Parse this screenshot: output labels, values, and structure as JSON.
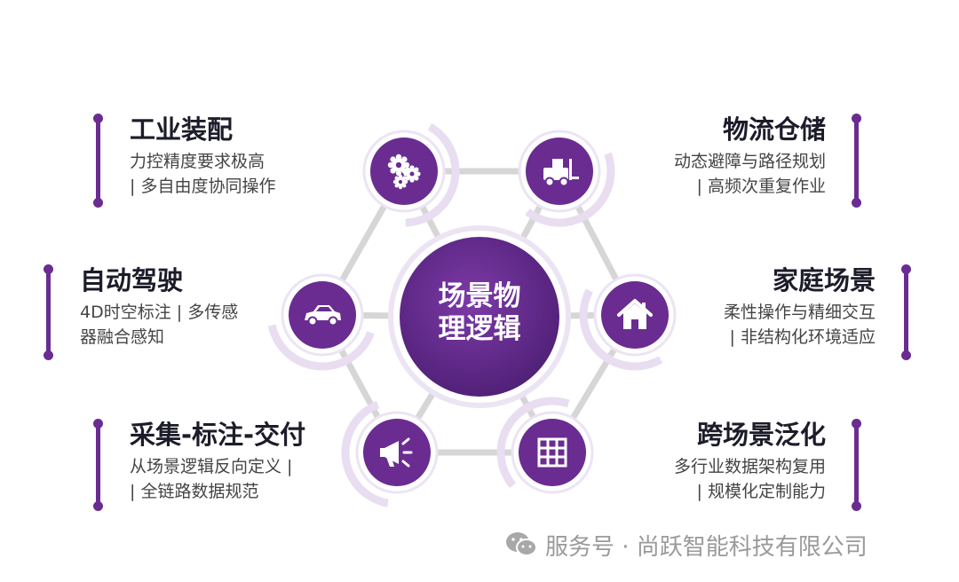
{
  "center": {
    "line1": "场景物",
    "line2": "理逻辑"
  },
  "colors": {
    "purple": "#6a2c91",
    "purple_light": "#e8ddf1",
    "connector": "#d6d6d6"
  },
  "scenes": [
    {
      "id": "industrial-assembly",
      "icon": "gears-icon",
      "title": "工业装配",
      "lines": [
        "力控精度要求极高",
        "| 多自由度协同操作"
      ]
    },
    {
      "id": "logistics-warehouse",
      "icon": "forklift-truck-icon",
      "title": "物流仓储",
      "lines": [
        "动态避障与路径规划",
        "| 高频次重复作业"
      ]
    },
    {
      "id": "autonomous-driving",
      "icon": "car-icon",
      "title": "自动驾驶",
      "lines": [
        "4D时空标注 | 多传感",
        "器融合感知"
      ]
    },
    {
      "id": "home-scene",
      "icon": "house-icon",
      "title": "家庭场景",
      "lines": [
        "柔性操作与精细交互",
        "| 非结构化环境适应"
      ]
    },
    {
      "id": "collect-annotate-deliver",
      "icon": "megaphone-icon",
      "title": "采集-标注-交付",
      "lines": [
        "从场景逻辑反向定义 |",
        "| 全链路数据规范"
      ]
    },
    {
      "id": "cross-scene-generalization",
      "icon": "grid-icon",
      "title": "跨场景泛化",
      "lines": [
        "多行业数据架构复用",
        "| 规模化定制能力"
      ]
    }
  ],
  "footer": {
    "text": "服务号 · 尚跃智能科技有限公司",
    "icon": "wechat-icon"
  }
}
